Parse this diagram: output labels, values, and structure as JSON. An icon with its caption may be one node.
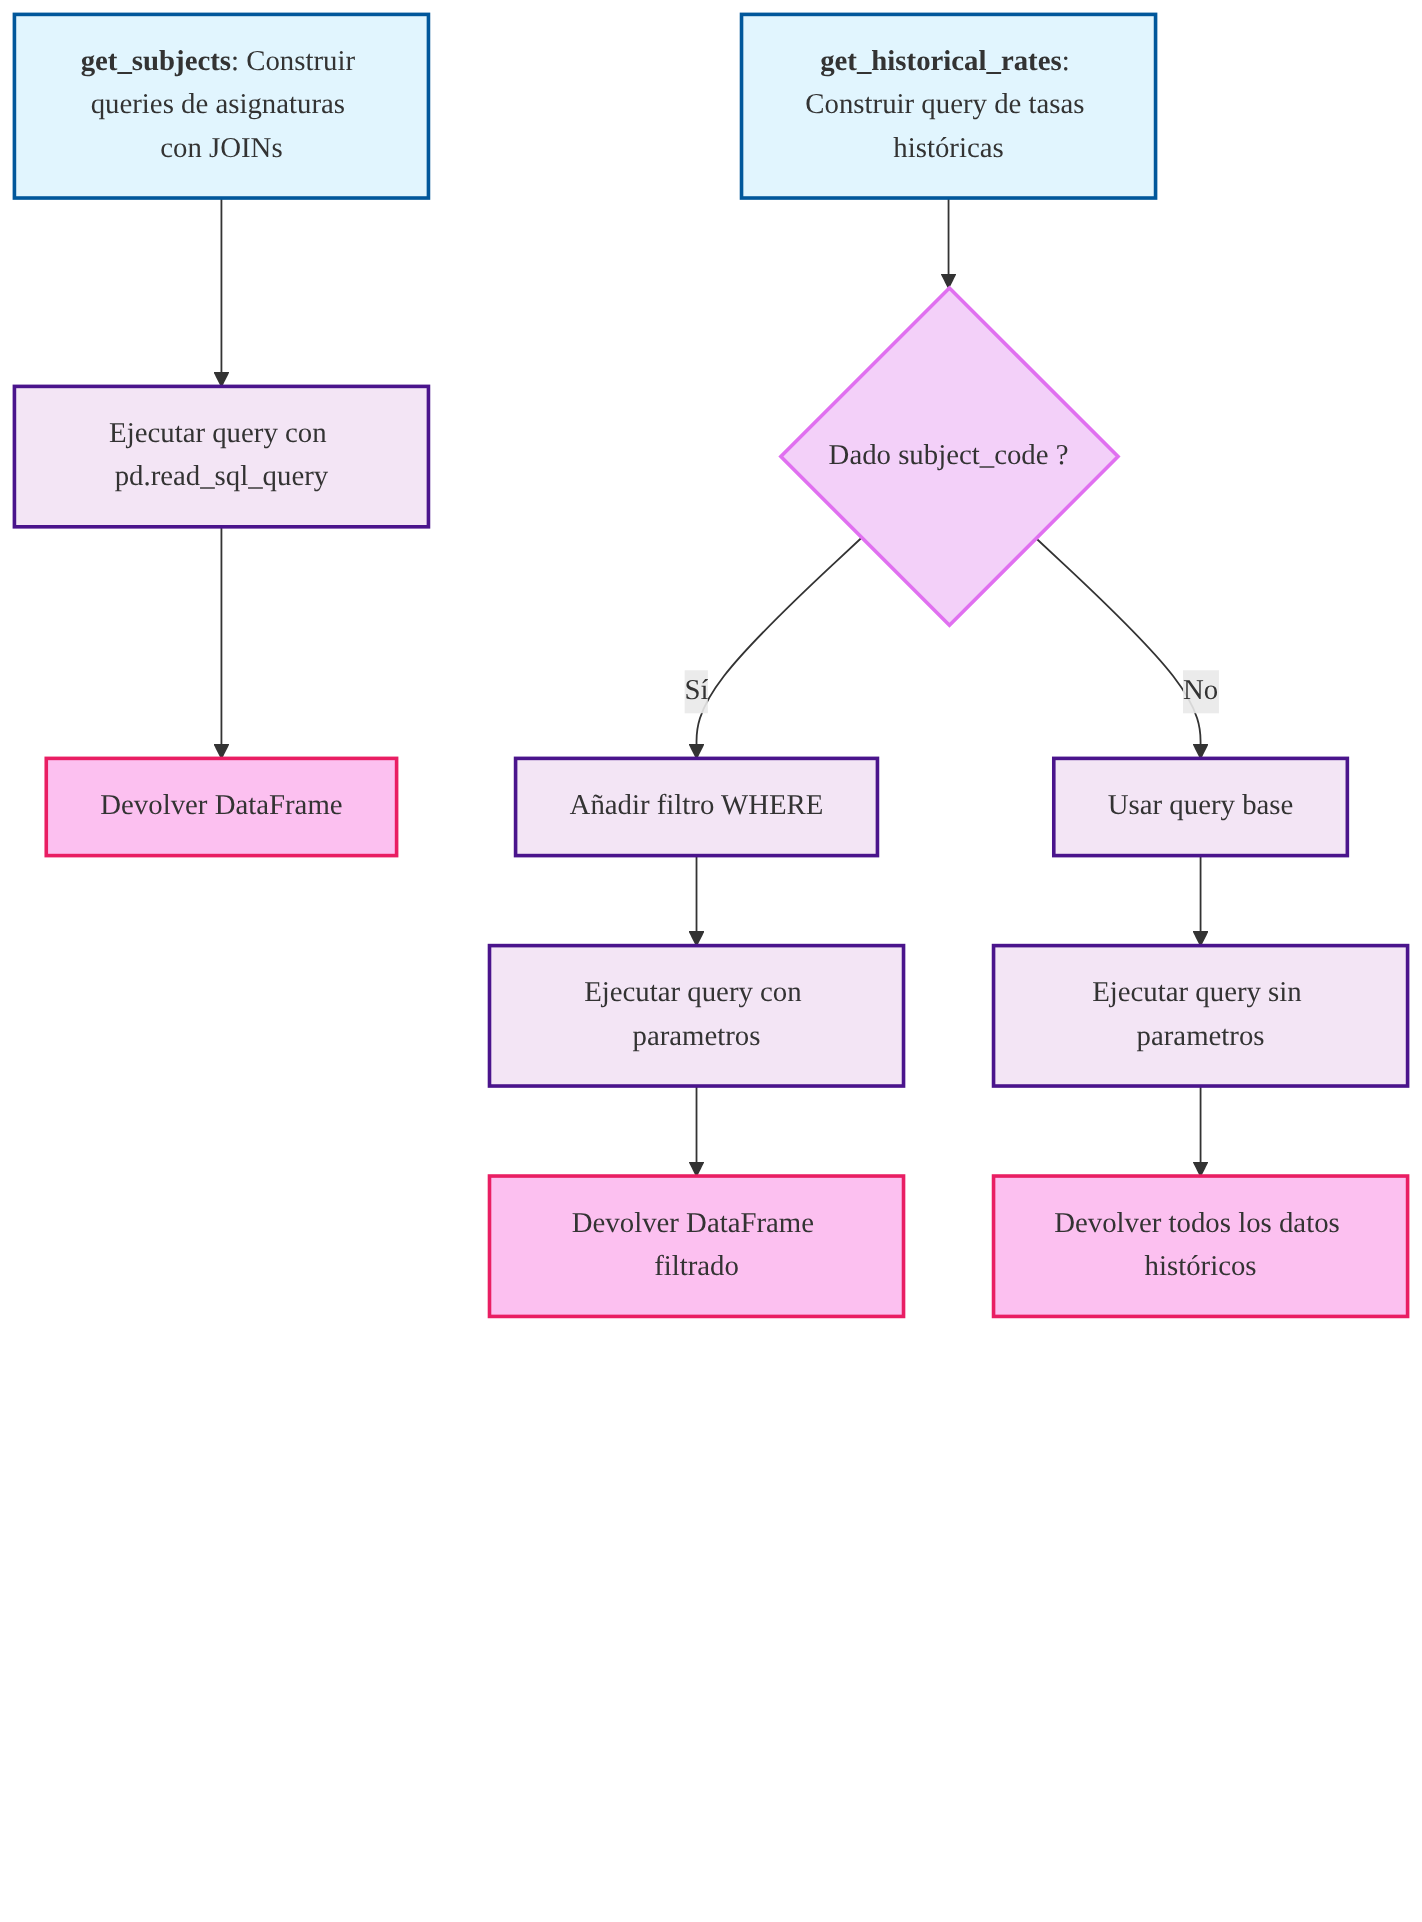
{
  "diagram": {
    "nodes": [
      {
        "text": [
          "**get_subjects**: Construir queries de asignaturas con JOINs"
        ]
      },
      {
        "text": [
          "Ejecutar query con pd.read_sql_query"
        ]
      },
      {
        "text": [
          "Devolver DataFrame"
        ]
      },
      {
        "text": [
          "**get_historical_rates**: Construir query de tasas históricas"
        ]
      },
      {
        "text": [
          "Dado subject_code ?"
        ]
      },
      {
        "text": [
          "Añadir filtro WHERE"
        ]
      },
      {
        "text": [
          "Usar query base"
        ]
      },
      {
        "text": [
          "Ejecutar query con parametros"
        ]
      },
      {
        "text": [
          "Ejecutar query sin parametros"
        ]
      },
      {
        "text": [
          "Devolver DataFrame filtrado"
        ]
      },
      {
        "text": [
          "Devolver todos los datos históricos"
        ]
      }
    ],
    "edges": [
      {
        "from": 0,
        "to": 1,
        "arrow": "to"
      },
      {
        "from": 1,
        "to": 2,
        "arrow": "to"
      },
      {
        "from": 3,
        "to": 4,
        "arrow": "to"
      },
      {
        "from": 4,
        "to": 5,
        "arrow": "to",
        "label": "Sí"
      },
      {
        "from": 4,
        "to": 6,
        "arrow": "to",
        "label": "No"
      },
      {
        "from": 5,
        "to": 7,
        "arrow": "to"
      },
      {
        "from": 6,
        "to": 8,
        "arrow": "to"
      },
      {
        "from": 7,
        "to": 9,
        "arrow": "to"
      },
      {
        "from": 8,
        "to": 10,
        "arrow": "to"
      }
    ]
  }
}
